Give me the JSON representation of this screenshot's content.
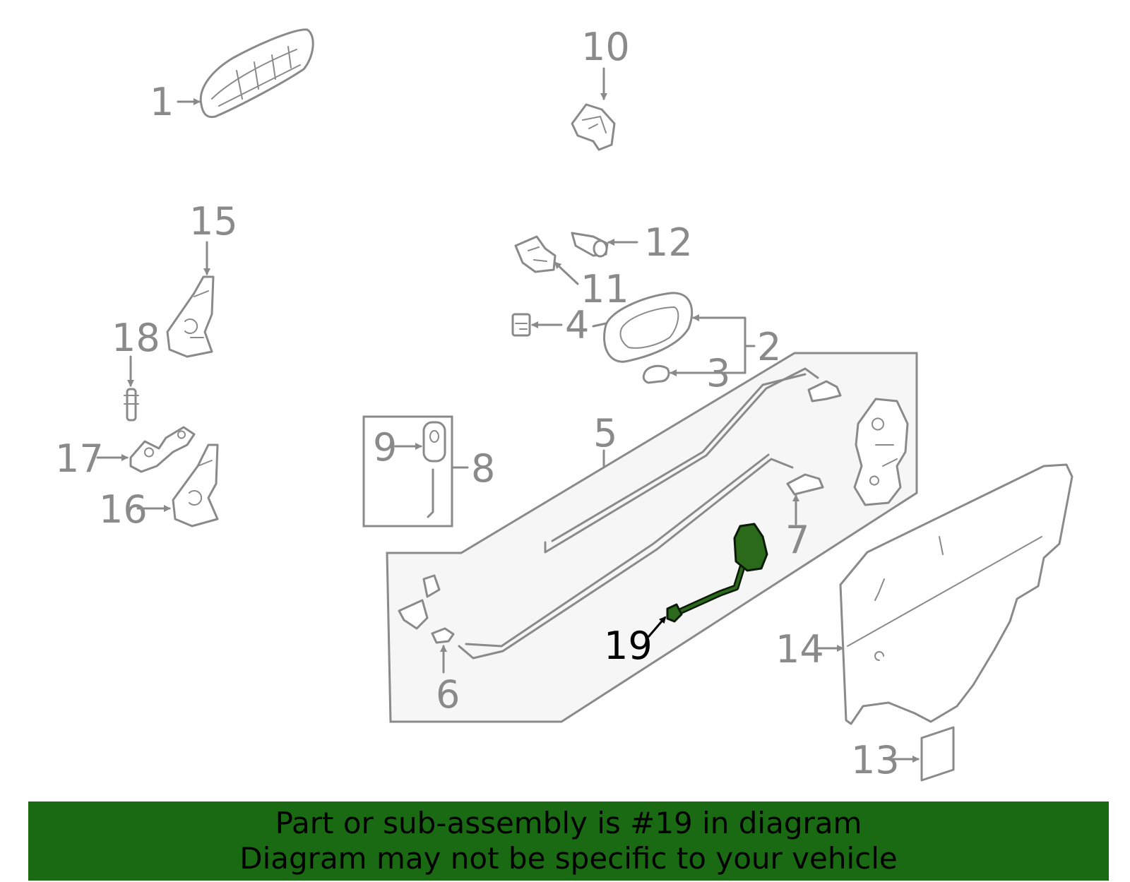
{
  "diagram": {
    "callouts": {
      "c1": "1",
      "c2": "2",
      "c3": "3",
      "c4": "4",
      "c5": "5",
      "c6": "6",
      "c7": "7",
      "c8": "8",
      "c9": "9",
      "c10": "10",
      "c11": "11",
      "c12": "12",
      "c13": "13",
      "c14": "14",
      "c15": "15",
      "c16": "16",
      "c17": "17",
      "c18": "18",
      "c19": "19"
    },
    "highlighted_part": "19",
    "highlight_color": "#2a6a1a"
  },
  "banner": {
    "line1": "Part or sub-assembly is #19 in diagram",
    "line2": "Diagram may not be specific to your vehicle",
    "background": "#1a6a14"
  }
}
